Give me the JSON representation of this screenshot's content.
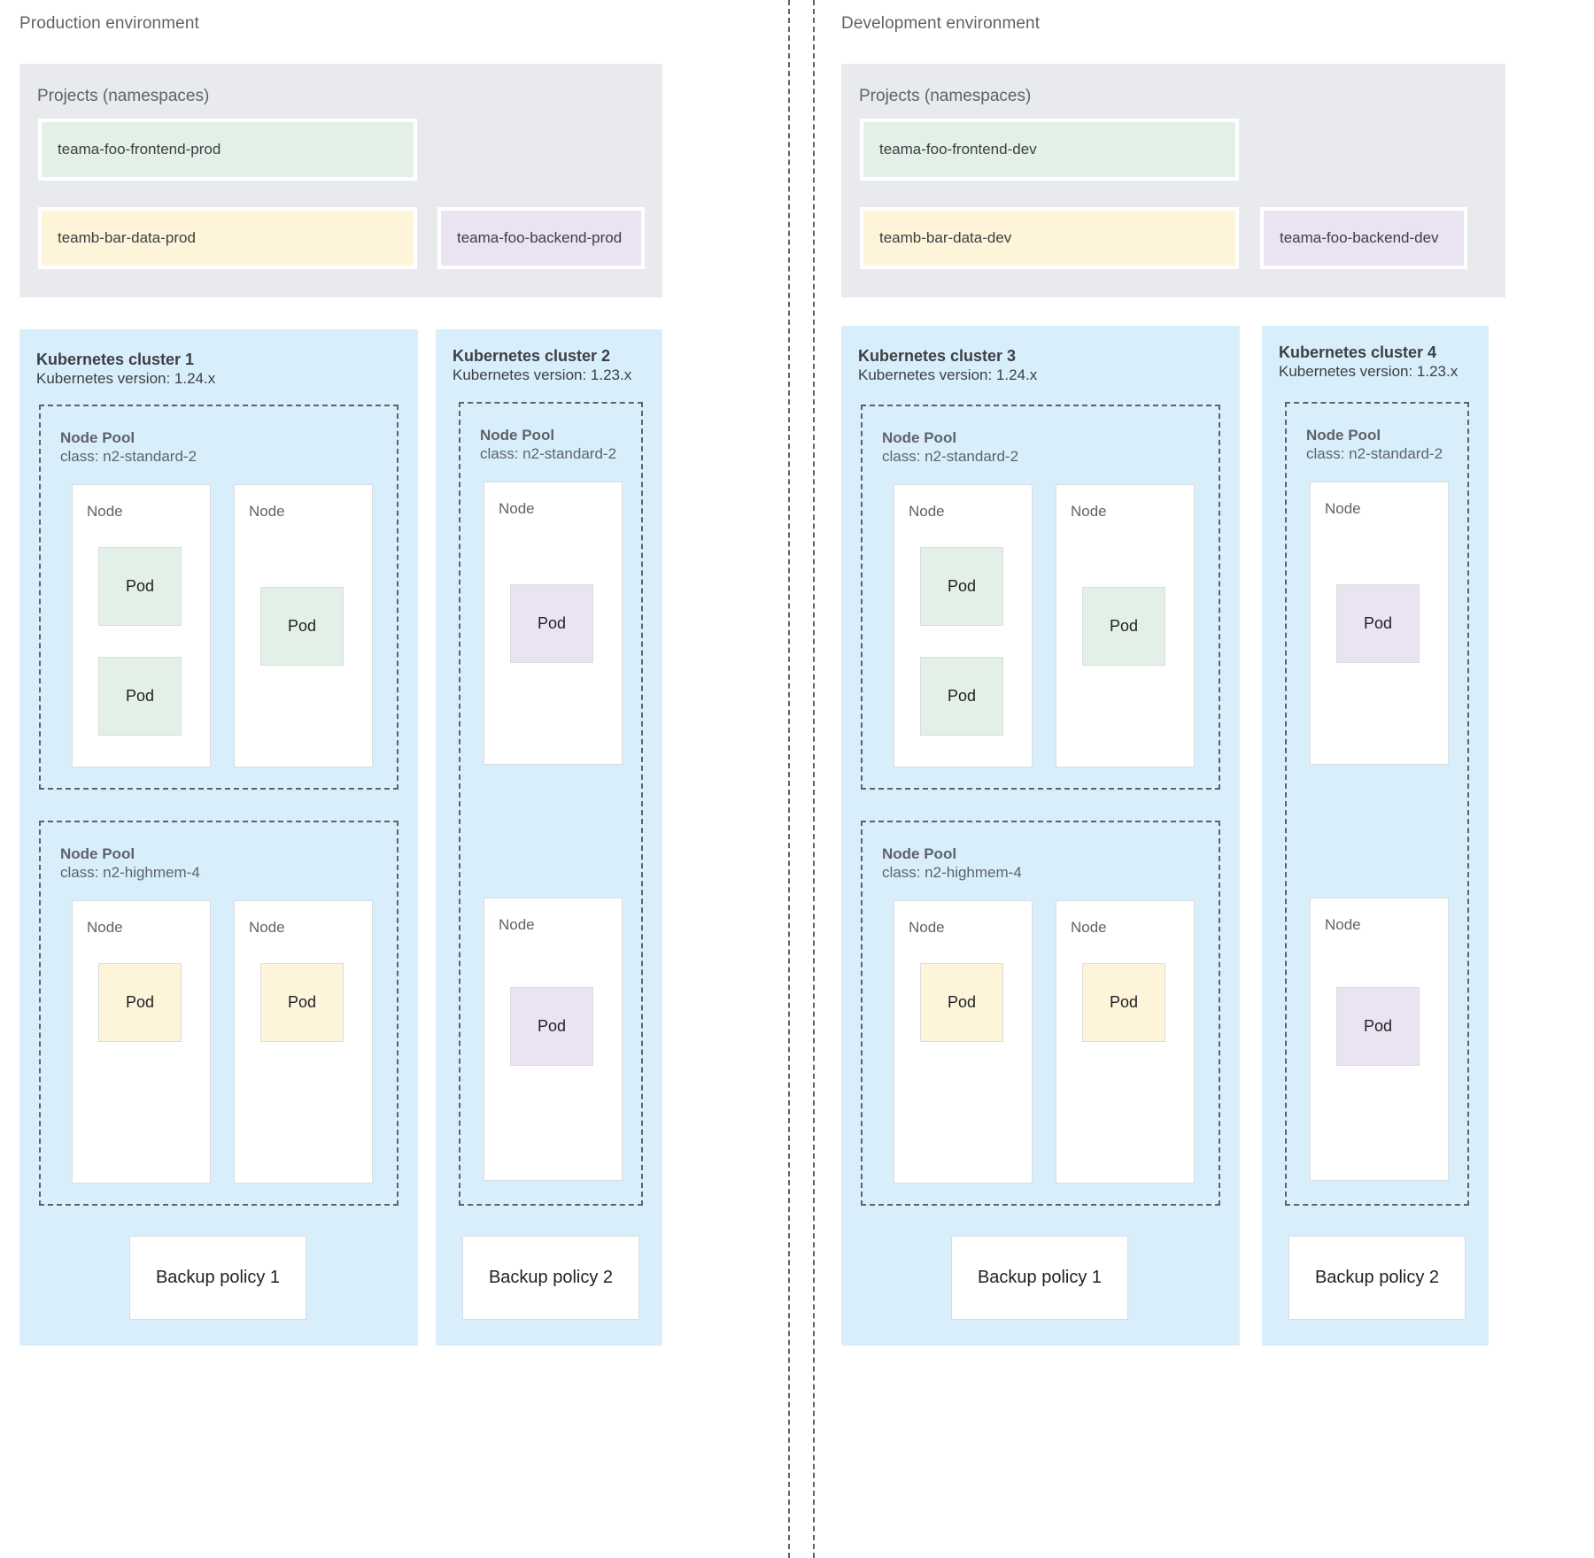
{
  "environments": [
    {
      "id": "production",
      "title": "Production environment",
      "projects": {
        "label": "Projects (namespaces)",
        "items": [
          {
            "name": "teama-foo-frontend-prod",
            "color": "#e3f0e7",
            "swatch": "green"
          },
          {
            "name": "teamb-bar-data-prod",
            "color": "#fdf4da",
            "swatch": "yellow"
          },
          {
            "name": "teama-foo-backend-prod",
            "color": "#eae3f2",
            "swatch": "purple"
          }
        ]
      },
      "clusters": [
        {
          "title": "Kubernetes cluster 1",
          "version": "Kubernetes version: 1.24.x",
          "node_pools": [
            {
              "title": "Node Pool",
              "class": "class: n2-standard-2",
              "nodes": [
                {
                  "label": "Node",
                  "pods": [
                    {
                      "label": "Pod",
                      "swatch": "green"
                    },
                    {
                      "label": "Pod",
                      "swatch": "green"
                    }
                  ]
                },
                {
                  "label": "Node",
                  "pods": [
                    {
                      "label": "Pod",
                      "swatch": "green"
                    }
                  ]
                }
              ]
            },
            {
              "title": "Node Pool",
              "class": "class: n2-highmem-4",
              "nodes": [
                {
                  "label": "Node",
                  "pods": [
                    {
                      "label": "Pod",
                      "swatch": "yellow"
                    }
                  ]
                },
                {
                  "label": "Node",
                  "pods": [
                    {
                      "label": "Pod",
                      "swatch": "yellow"
                    }
                  ]
                }
              ]
            }
          ],
          "backup_policy": "Backup policy 1"
        },
        {
          "title": "Kubernetes cluster 2",
          "version": "Kubernetes version: 1.23.x",
          "node_pools": [
            {
              "title": "Node Pool",
              "class": "class: n2-standard-2",
              "nodes": [
                {
                  "label": "Node",
                  "pods": [
                    {
                      "label": "Pod",
                      "swatch": "purple"
                    }
                  ]
                },
                {
                  "label": "Node",
                  "pods": [
                    {
                      "label": "Pod",
                      "swatch": "purple"
                    }
                  ]
                }
              ]
            }
          ],
          "backup_policy": "Backup policy 2"
        }
      ]
    },
    {
      "id": "development",
      "title": "Development environment",
      "projects": {
        "label": "Projects (namespaces)",
        "items": [
          {
            "name": "teama-foo-frontend-dev",
            "color": "#e3f0e7",
            "swatch": "green"
          },
          {
            "name": "teamb-bar-data-dev",
            "color": "#fdf4da",
            "swatch": "yellow"
          },
          {
            "name": "teama-foo-backend-dev",
            "color": "#eae3f2",
            "swatch": "purple"
          }
        ]
      },
      "clusters": [
        {
          "title": "Kubernetes cluster 3",
          "version": "Kubernetes version: 1.24.x",
          "node_pools": [
            {
              "title": "Node Pool",
              "class": "class: n2-standard-2",
              "nodes": [
                {
                  "label": "Node",
                  "pods": [
                    {
                      "label": "Pod",
                      "swatch": "green"
                    },
                    {
                      "label": "Pod",
                      "swatch": "green"
                    }
                  ]
                },
                {
                  "label": "Node",
                  "pods": [
                    {
                      "label": "Pod",
                      "swatch": "green"
                    }
                  ]
                }
              ]
            },
            {
              "title": "Node Pool",
              "class": "class: n2-highmem-4",
              "nodes": [
                {
                  "label": "Node",
                  "pods": [
                    {
                      "label": "Pod",
                      "swatch": "yellow"
                    }
                  ]
                },
                {
                  "label": "Node",
                  "pods": [
                    {
                      "label": "Pod",
                      "swatch": "yellow"
                    }
                  ]
                }
              ]
            }
          ],
          "backup_policy": "Backup policy 1"
        },
        {
          "title": "Kubernetes cluster 4",
          "version": "Kubernetes version: 1.23.x",
          "node_pools": [
            {
              "title": "Node Pool",
              "class": "class: n2-standard-2",
              "nodes": [
                {
                  "label": "Node",
                  "pods": [
                    {
                      "label": "Pod",
                      "swatch": "purple"
                    }
                  ]
                },
                {
                  "label": "Node",
                  "pods": [
                    {
                      "label": "Pod",
                      "swatch": "purple"
                    }
                  ]
                }
              ]
            }
          ],
          "backup_policy": "Backup policy 2"
        }
      ]
    }
  ],
  "colors": {
    "cluster_bg": "#d9eefb",
    "projects_bg": "#e8eaed",
    "green": "#e3f0e7",
    "yellow": "#fdf4da",
    "purple": "#eae3f2",
    "divider": "#5f6368"
  }
}
